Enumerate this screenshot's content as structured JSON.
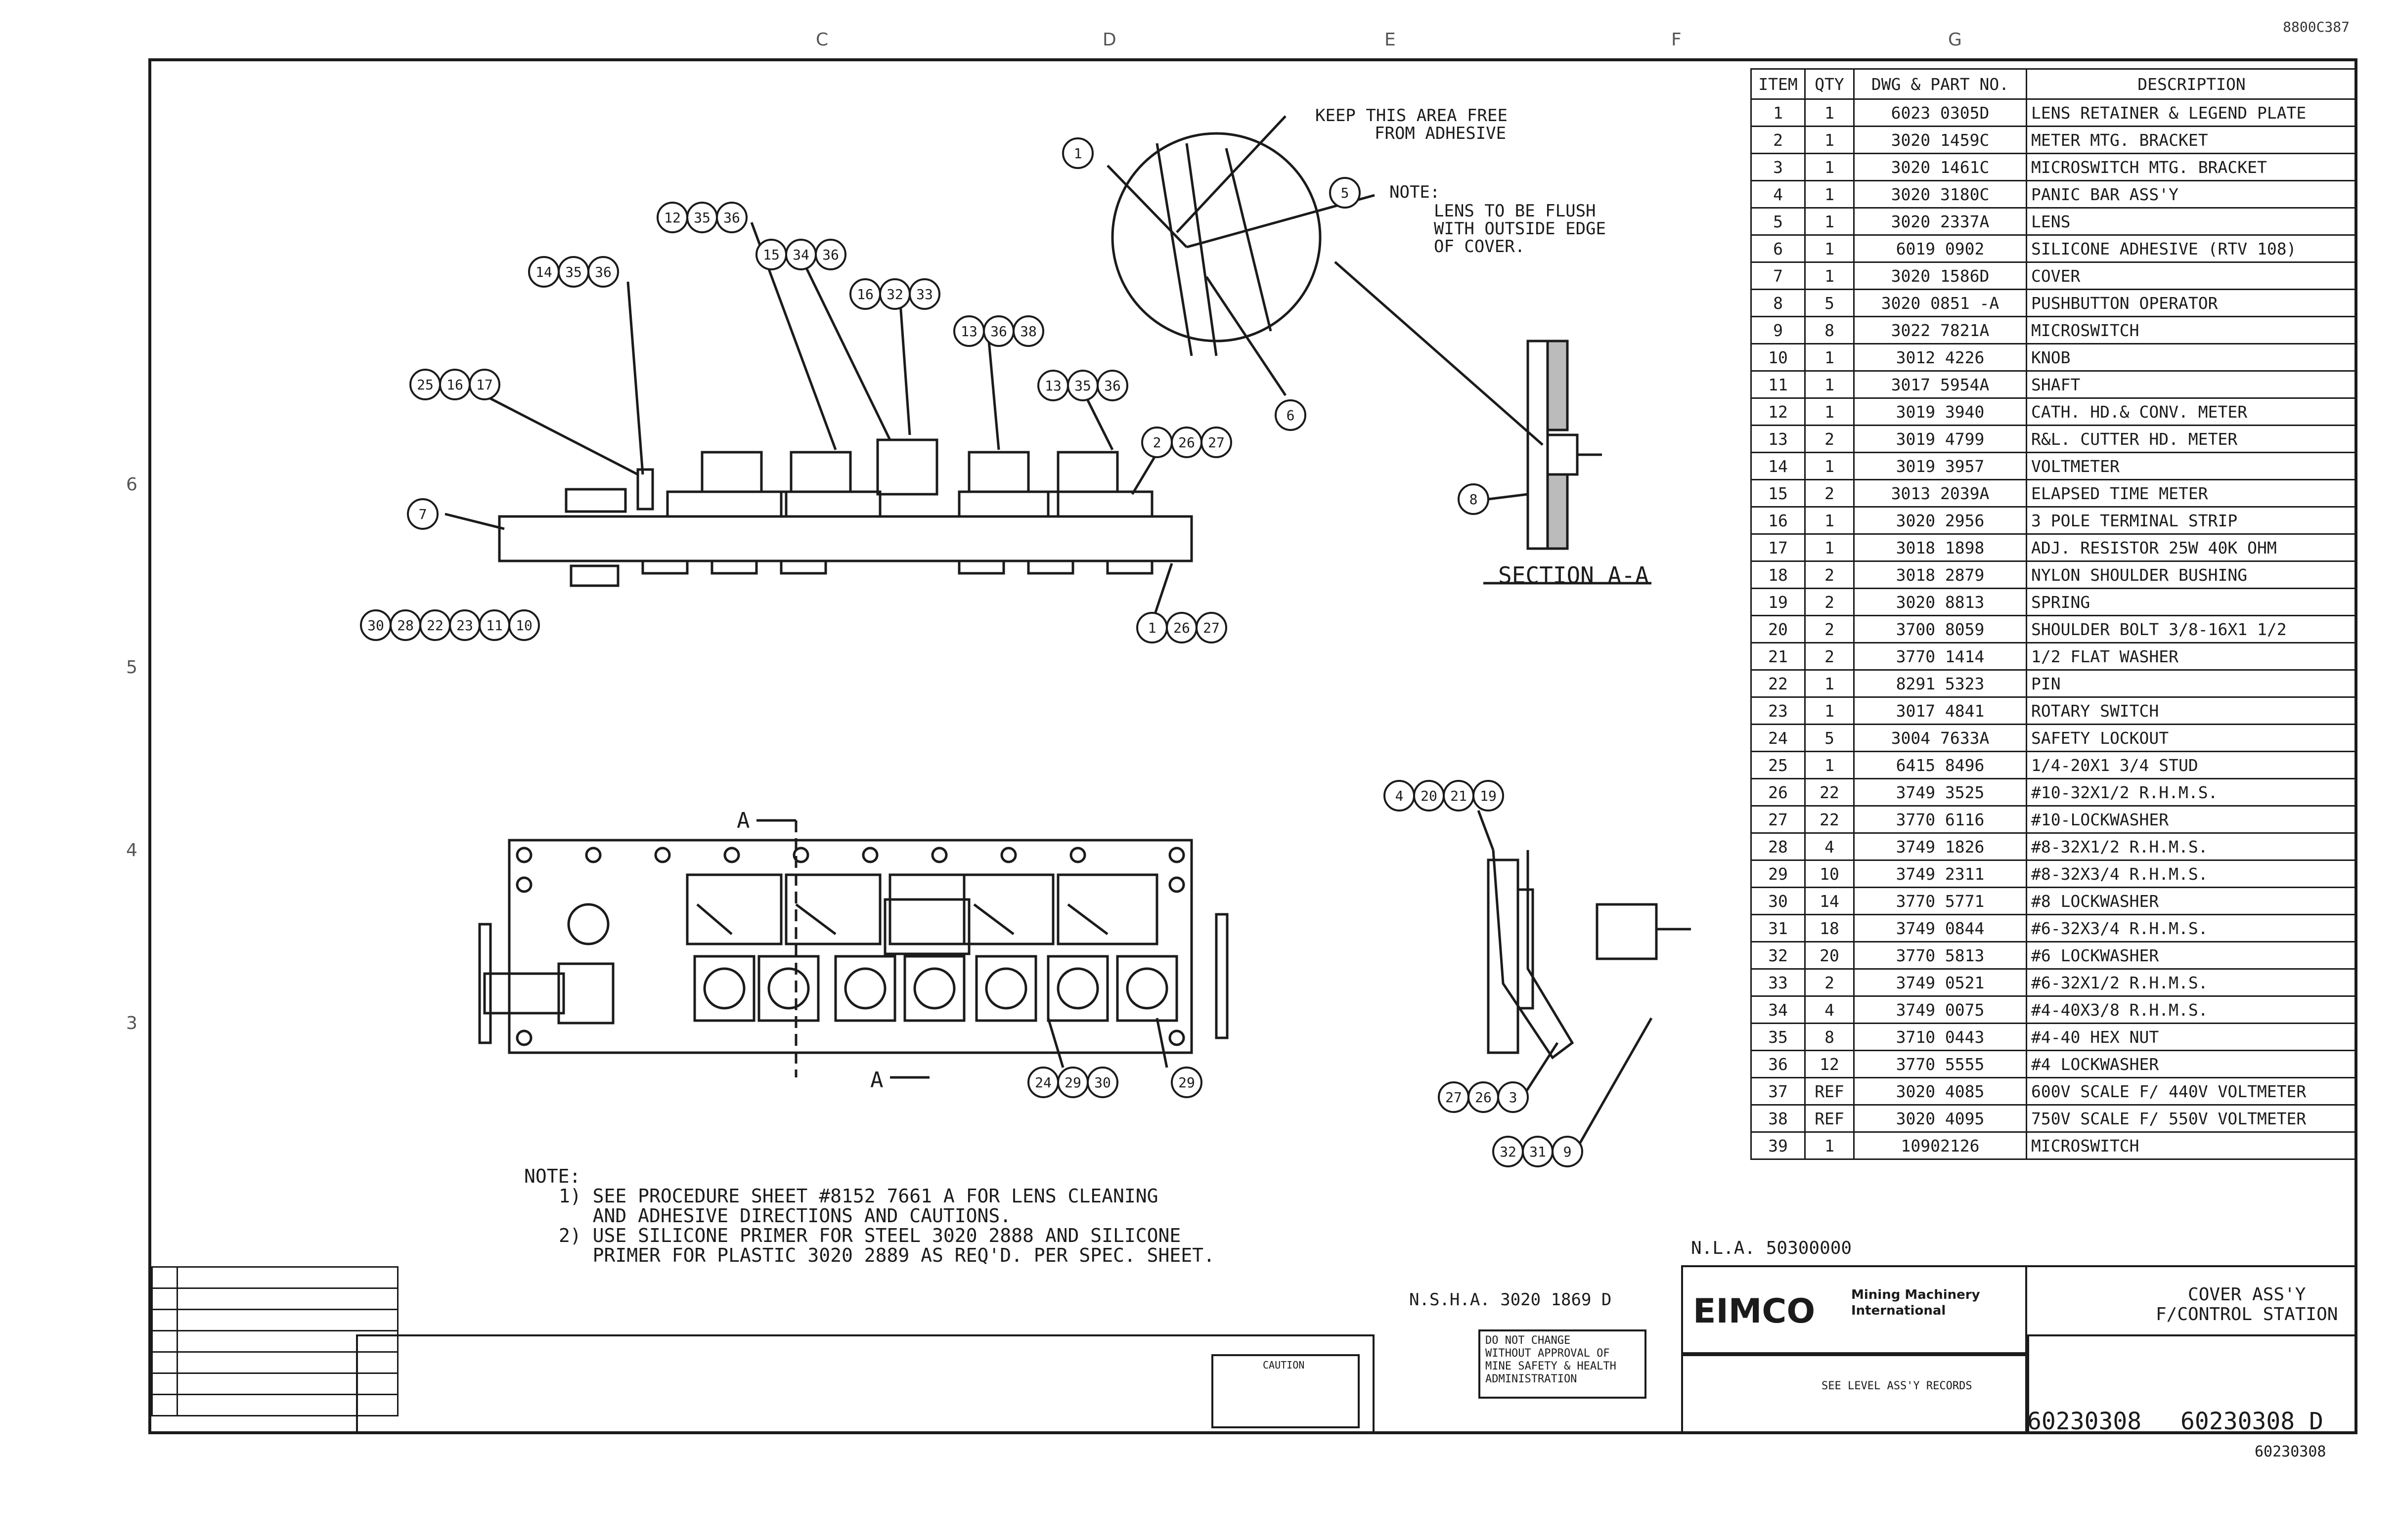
{
  "sheet": {
    "corner_code": "8800C387",
    "zones_top": [
      "C",
      "D",
      "E",
      "F",
      "G"
    ],
    "zones_left": [
      "6",
      "5",
      "4",
      "3"
    ]
  },
  "parts_list": {
    "headers": [
      "ITEM",
      "QTY",
      "DWG & PART NO.",
      "DESCRIPTION"
    ],
    "rows": [
      [
        "1",
        "1",
        "6023 0305D",
        "LENS RETAINER & LEGEND PLATE"
      ],
      [
        "2",
        "1",
        "3020 1459C",
        "METER MTG. BRACKET"
      ],
      [
        "3",
        "1",
        "3020 1461C",
        "MICROSWITCH MTG. BRACKET"
      ],
      [
        "4",
        "1",
        "3020 3180C",
        "PANIC BAR ASS'Y"
      ],
      [
        "5",
        "1",
        "3020 2337A",
        "LENS"
      ],
      [
        "6",
        "1",
        "6019 0902",
        "SILICONE ADHESIVE (RTV 108)"
      ],
      [
        "7",
        "1",
        "3020 1586D",
        "COVER"
      ],
      [
        "8",
        "5",
        "3020 0851 -A",
        "PUSHBUTTON OPERATOR"
      ],
      [
        "9",
        "8",
        "3022 7821A",
        "MICROSWITCH"
      ],
      [
        "10",
        "1",
        "3012 4226",
        "KNOB"
      ],
      [
        "11",
        "1",
        "3017 5954A",
        "SHAFT"
      ],
      [
        "12",
        "1",
        "3019 3940",
        "CATH. HD.& CONV. METER"
      ],
      [
        "13",
        "2",
        "3019 4799",
        "R&L. CUTTER HD. METER"
      ],
      [
        "14",
        "1",
        "3019 3957",
        "VOLTMETER"
      ],
      [
        "15",
        "2",
        "3013 2039A",
        "ELAPSED TIME METER"
      ],
      [
        "16",
        "1",
        "3020 2956",
        "3 POLE TERMINAL STRIP"
      ],
      [
        "17",
        "1",
        "3018 1898",
        "ADJ. RESISTOR 25W 40K OHM"
      ],
      [
        "18",
        "2",
        "3018 2879",
        "NYLON SHOULDER BUSHING"
      ],
      [
        "19",
        "2",
        "3020 8813",
        "SPRING"
      ],
      [
        "20",
        "2",
        "3700 8059",
        "SHOULDER BOLT 3/8-16X1 1/2"
      ],
      [
        "21",
        "2",
        "3770 1414",
        "1/2 FLAT WASHER"
      ],
      [
        "22",
        "1",
        "8291 5323",
        "PIN"
      ],
      [
        "23",
        "1",
        "3017 4841",
        "ROTARY SWITCH"
      ],
      [
        "24",
        "5",
        "3004 7633A",
        "SAFETY LOCKOUT"
      ],
      [
        "25",
        "1",
        "6415 8496",
        "1/4-20X1 3/4 STUD"
      ],
      [
        "26",
        "22",
        "3749 3525",
        "#10-32X1/2 R.H.M.S."
      ],
      [
        "27",
        "22",
        "3770 6116",
        "#10-LOCKWASHER"
      ],
      [
        "28",
        "4",
        "3749 1826",
        "#8-32X1/2 R.H.M.S."
      ],
      [
        "29",
        "10",
        "3749 2311",
        "#8-32X3/4 R.H.M.S."
      ],
      [
        "30",
        "14",
        "3770 5771",
        "#8 LOCKWASHER"
      ],
      [
        "31",
        "18",
        "3749 0844",
        "#6-32X3/4 R.H.M.S."
      ],
      [
        "32",
        "20",
        "3770 5813",
        "#6 LOCKWASHER"
      ],
      [
        "33",
        "2",
        "3749 0521",
        "#6-32X1/2 R.H.M.S."
      ],
      [
        "34",
        "4",
        "3749 0075",
        "#4-40X3/8 R.H.M.S."
      ],
      [
        "35",
        "8",
        "3710 0443",
        "#4-40 HEX NUT"
      ],
      [
        "36",
        "12",
        "3770 5555",
        "#4 LOCKWASHER"
      ],
      [
        "37",
        "REF",
        "3020 4085",
        "600V SCALE F/ 440V VOLTMETER"
      ],
      [
        "38",
        "REF",
        "3020 4095",
        "750V SCALE F/ 550V VOLTMETER"
      ],
      [
        "39",
        "1",
        "10902126",
        "MICROSWITCH"
      ]
    ]
  },
  "annotations": {
    "keep_area": "KEEP THIS AREA FREE\nFROM ADHESIVE",
    "note_label": "NOTE:",
    "note_lens": "LENS TO BE FLUSH\nWITH OUTSIDE EDGE\nOF COVER.",
    "section_title": "SECTION A-A",
    "section_mark": "A",
    "balloons_top": [
      {
        "id": "b1",
        "nums": [
          "12",
          "35",
          "36"
        ]
      },
      {
        "id": "b2",
        "nums": [
          "14",
          "35",
          "36"
        ]
      },
      {
        "id": "b3",
        "nums": [
          "15",
          "34",
          "36"
        ]
      },
      {
        "id": "b4",
        "nums": [
          "16",
          "32",
          "33"
        ]
      },
      {
        "id": "b5",
        "nums": [
          "13",
          "36",
          "38"
        ]
      },
      {
        "id": "b6",
        "nums": [
          "13",
          "35",
          "36"
        ]
      },
      {
        "id": "b7",
        "nums": [
          "25",
          "16",
          "17"
        ]
      },
      {
        "id": "b8",
        "nums": [
          "2",
          "26",
          "27"
        ]
      },
      {
        "id": "b9",
        "nums": [
          "7"
        ]
      },
      {
        "id": "b10",
        "nums": [
          "30",
          "28",
          "22",
          "23",
          "11",
          "10"
        ]
      },
      {
        "id": "b11",
        "nums": [
          "1",
          "26",
          "27"
        ]
      },
      {
        "id": "b12",
        "nums": [
          "1"
        ]
      },
      {
        "id": "b13",
        "nums": [
          "5"
        ]
      },
      {
        "id": "b14",
        "nums": [
          "6"
        ]
      },
      {
        "id": "b15",
        "nums": [
          "8"
        ]
      },
      {
        "id": "b16",
        "nums": [
          "4",
          "20",
          "21",
          "19"
        ]
      },
      {
        "id": "b17",
        "nums": [
          "24",
          "29",
          "30"
        ]
      },
      {
        "id": "b18",
        "nums": [
          "29"
        ]
      },
      {
        "id": "b19",
        "nums": [
          "27",
          "26",
          "3"
        ]
      },
      {
        "id": "b20",
        "nums": [
          "32",
          "31",
          "9"
        ]
      }
    ]
  },
  "notes": {
    "title": "NOTE:",
    "items": [
      "1) SEE PROCEDURE SHEET #8152 7661 A FOR LENS CLEANING\n   AND ADHESIVE DIRECTIONS AND CAUTIONS.",
      "2) USE SILICONE PRIMER FOR STEEL 3020 2888 AND SILICONE\n   PRIMER FOR PLASTIC 3020 2889 AS REQ'D. PER SPEC. SHEET."
    ]
  },
  "title_block": {
    "nla": "N.L.A. 50300000",
    "nsha": "N.S.H.A. 3020 1869 D",
    "do_not_change": "DO NOT CHANGE\nWITHOUT APPROVAL OF\nMINE SAFETY & HEALTH\nADMINISTRATION",
    "caution_title": "CAUTION",
    "company": "EIMCO",
    "company_sub": "Mining Machinery\nInternational",
    "drawing_title": "COVER ASS'Y\nF/CONTROL STATION",
    "drawing_no_left": "60230308",
    "drawing_no_right": "60230308 D",
    "level_text": "SEE LEVEL ASS'Y RECORDS",
    "footer_code": "60230308"
  }
}
